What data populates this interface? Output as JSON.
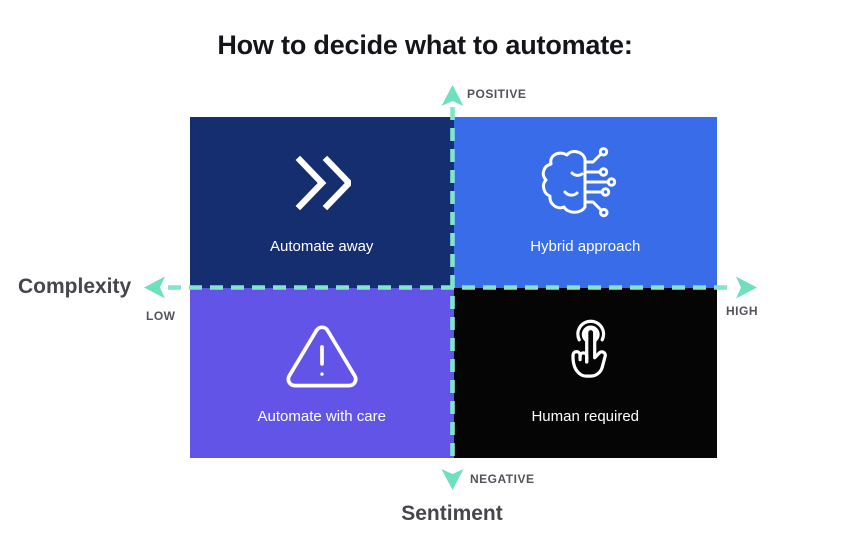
{
  "title": "How to decide what to automate:",
  "axes": {
    "horizontal": {
      "name": "Complexity",
      "min_label": "LOW",
      "max_label": "HIGH"
    },
    "vertical": {
      "name": "Sentiment",
      "max_label": "POSITIVE",
      "min_label": "NEGATIVE"
    },
    "line_color": "#82E4CC",
    "arrow_color": "#6FE0BE"
  },
  "quadrants": [
    {
      "position": "top-left",
      "label": "Automate away",
      "icon": "fast-forward-icon",
      "color": "#152E70"
    },
    {
      "position": "top-right",
      "label": "Hybrid approach",
      "icon": "brain-circuit-icon",
      "color": "#386CE8"
    },
    {
      "position": "bottom-left",
      "label": "Automate with care",
      "icon": "warning-triangle-icon",
      "color": "#6254E6"
    },
    {
      "position": "bottom-right",
      "label": "Human required",
      "icon": "tap-hand-icon",
      "color": "#050505"
    }
  ],
  "colors": {
    "title_text": "#14151B",
    "axis_name_text": "#45464D",
    "axis_tick_text": "#52535B",
    "quadrant_label_text": "#FFFFFF"
  }
}
